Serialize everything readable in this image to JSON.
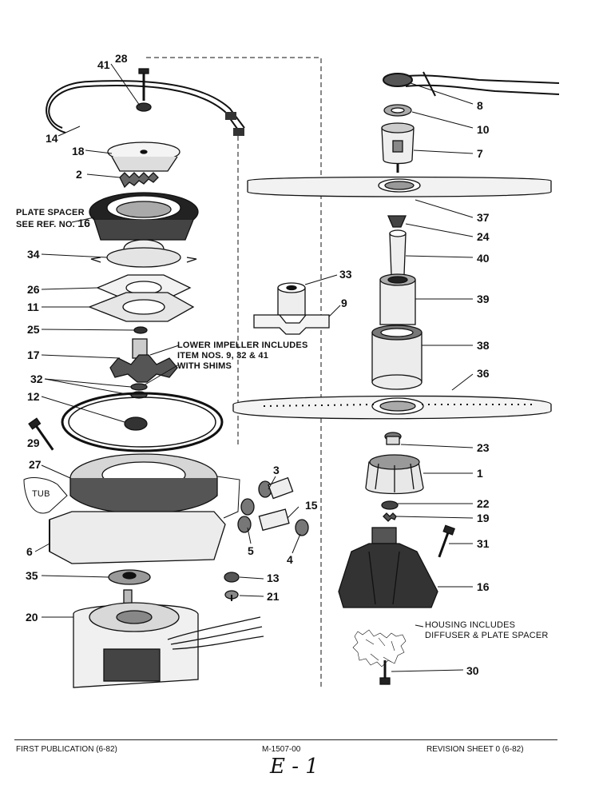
{
  "callouts": {
    "c28": "28",
    "c41": "41",
    "c14": "14",
    "c18": "18",
    "c2": "2",
    "c34": "34",
    "c26": "26",
    "c11": "11",
    "c25": "25",
    "c17": "17",
    "c32": "32",
    "c12": "12",
    "c29": "29",
    "c27": "27",
    "c6": "6",
    "c35": "35",
    "c20": "20",
    "c3": "3",
    "c15": "15",
    "c5": "5",
    "c4": "4",
    "c13": "13",
    "c21": "21",
    "c33": "33",
    "c9": "9",
    "c8": "8",
    "c10": "10",
    "c7": "7",
    "c37": "37",
    "c24": "24",
    "c40": "40",
    "c39": "39",
    "c38": "38",
    "c36": "36",
    "c23": "23",
    "c1": "1",
    "c22": "22",
    "c19": "19",
    "c31": "31",
    "c16": "16",
    "c30": "30"
  },
  "notes": {
    "plate_spacer_line1": "PLATE SPACER",
    "plate_spacer_line2": "SEE REF. NO.",
    "plate_spacer_ref": "16",
    "tub": "TUB",
    "lower_impeller_line1": "LOWER IMPELLER INCLUDES",
    "lower_impeller_line2": "ITEM NOS. 9, 32 & 41",
    "lower_impeller_line3": "WITH SHIMS",
    "housing_line1": "HOUSING INCLUDES",
    "housing_line2": "DIFFUSER & PLATE SPACER"
  },
  "footer": {
    "left": "FIRST PUBLICATION (6-82)",
    "center": "M-1507-00",
    "right": "REVISION SHEET 0 (6-82)",
    "handwritten": "E - 1"
  }
}
